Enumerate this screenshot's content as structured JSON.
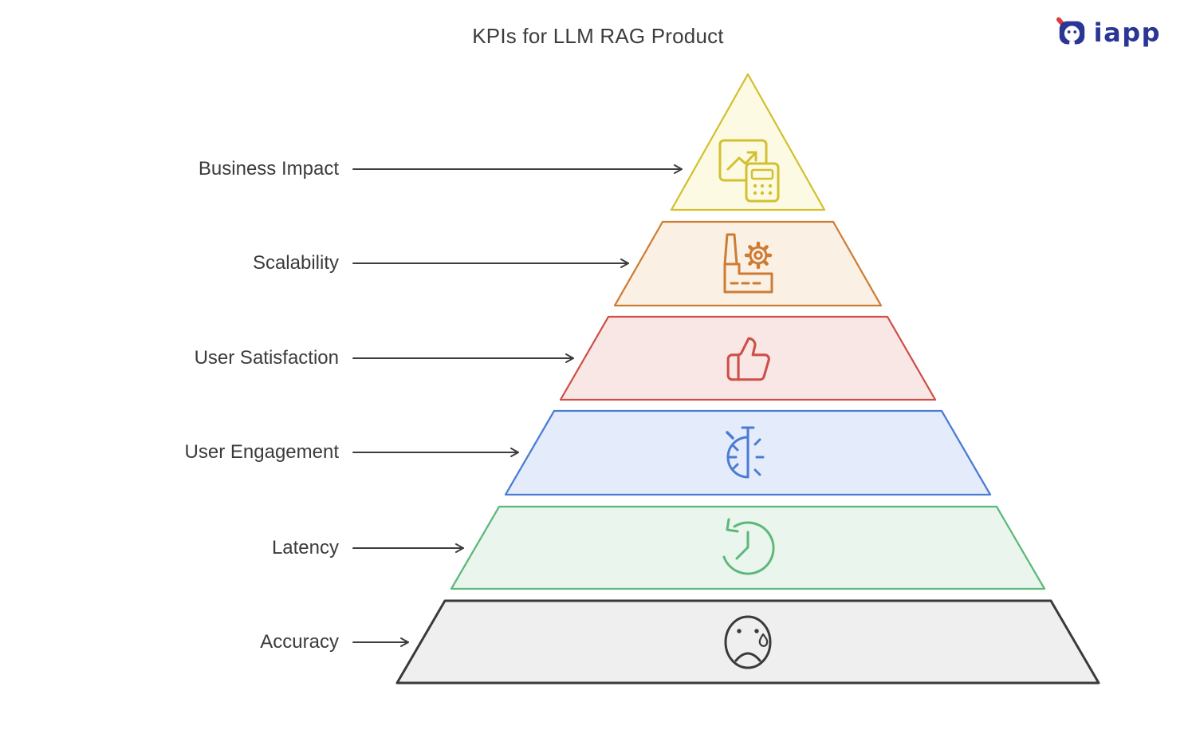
{
  "title": "KPIs for LLM RAG Product",
  "logo": {
    "text": "iapp",
    "navy": "#293694",
    "red": "#e0393e"
  },
  "arrow_color": "#3d3d3d",
  "levels": [
    {
      "label": "Business Impact",
      "icon": "chart-calculator-icon",
      "fill": "#fcfae2",
      "border": "#d3c030"
    },
    {
      "label": "Scalability",
      "icon": "factory-gear-icon",
      "fill": "#fbf0e4",
      "border": "#cd7c33"
    },
    {
      "label": "User Satisfaction",
      "icon": "thumbs-up-icon",
      "fill": "#f9e7e6",
      "border": "#cd4f47"
    },
    {
      "label": "User Engagement",
      "icon": "stopwatch-icon",
      "fill": "#e4ebfa",
      "border": "#4a7cd4"
    },
    {
      "label": "Latency",
      "icon": "clock-rewind-icon",
      "fill": "#e9f5ed",
      "border": "#5cb87a"
    },
    {
      "label": "Accuracy",
      "icon": "sad-face-icon",
      "fill": "#efefef",
      "border": "#3a3a3a"
    }
  ]
}
